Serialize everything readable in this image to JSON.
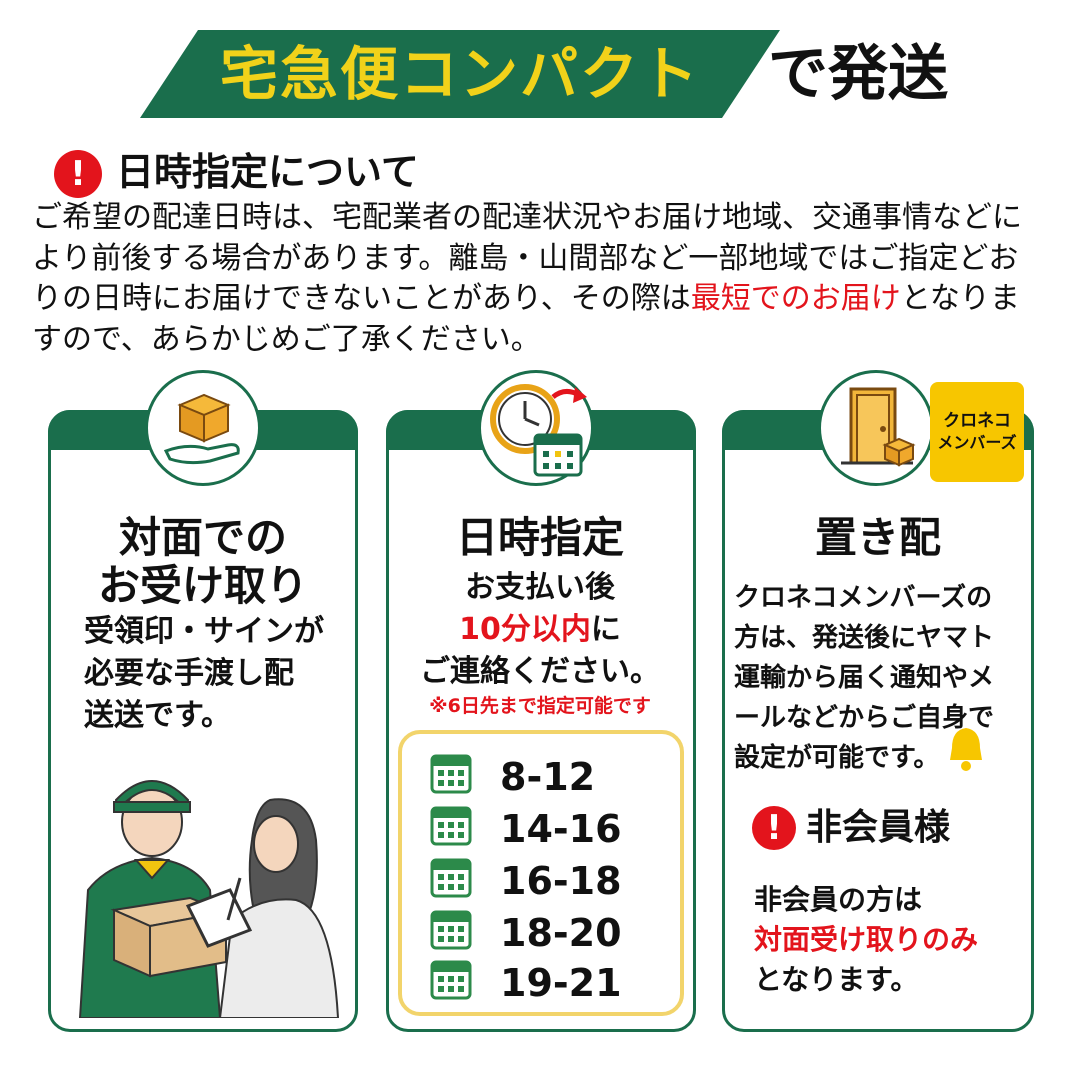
{
  "header": {
    "highlight": "宅急便コンパクト",
    "suffix": "で発送",
    "banner_color": "#1a6e4c",
    "highlight_color": "#f1d21a"
  },
  "notice": {
    "icon": "exclamation-icon",
    "title": "日時指定について",
    "body_start": "ご希望の配達日時は、宅配業者の配達状況やお届け地域、交通事情などにより前後する場合があります。離島・山間部など一部地域ではご指定どおりの日時にお届けできないことがあり、その際は",
    "body_emphasis": "最短でのお届け",
    "body_end": "となりますので、あらかじめご了承ください。"
  },
  "cards": {
    "face_to_face": {
      "icon": "package-hand-icon",
      "title_line1": "対面での",
      "title_line2": "お受け取り",
      "text_line1": "受領印・サインが",
      "text_line2": "必要な手渡し配",
      "text_line3": "送送です。",
      "illustration": "delivery-handover-illustration"
    },
    "time_slot": {
      "icon": "clock-calendar-icon",
      "title": "日時指定",
      "line1": "お支払い後",
      "line2_emphasis": "10分以内",
      "line2_rest": "に",
      "line3": "ご連絡ください。",
      "note": "※6日先まで指定可能です",
      "slots": [
        "8-12",
        "14-16",
        "16-18",
        "18-20",
        "19-21"
      ],
      "slot_icon": "calendar-icon",
      "slot_box_border": "#f2d46b"
    },
    "drop_off": {
      "icon": "door-package-icon",
      "badge_line1": "クロネコ",
      "badge_line2": "メンバーズ",
      "badge_color": "#f7c600",
      "title": "置き配",
      "text_line1": "クロネコメンバーズの",
      "text_line2": "方は、発送後にヤマト",
      "text_line3": "運輸から届く通知やメ",
      "text_line4": "ールなどからご自身で",
      "text_line5": "設定が可能です。",
      "bell_icon": "bell-icon",
      "non_member_title": "非会員様",
      "non_member_line1": "非会員の方は",
      "non_member_emphasis": "対面受け取りのみ",
      "non_member_line3": "となります。"
    }
  },
  "colors": {
    "green": "#1a6e4c",
    "red": "#e3141c",
    "yellow": "#f7c600"
  }
}
